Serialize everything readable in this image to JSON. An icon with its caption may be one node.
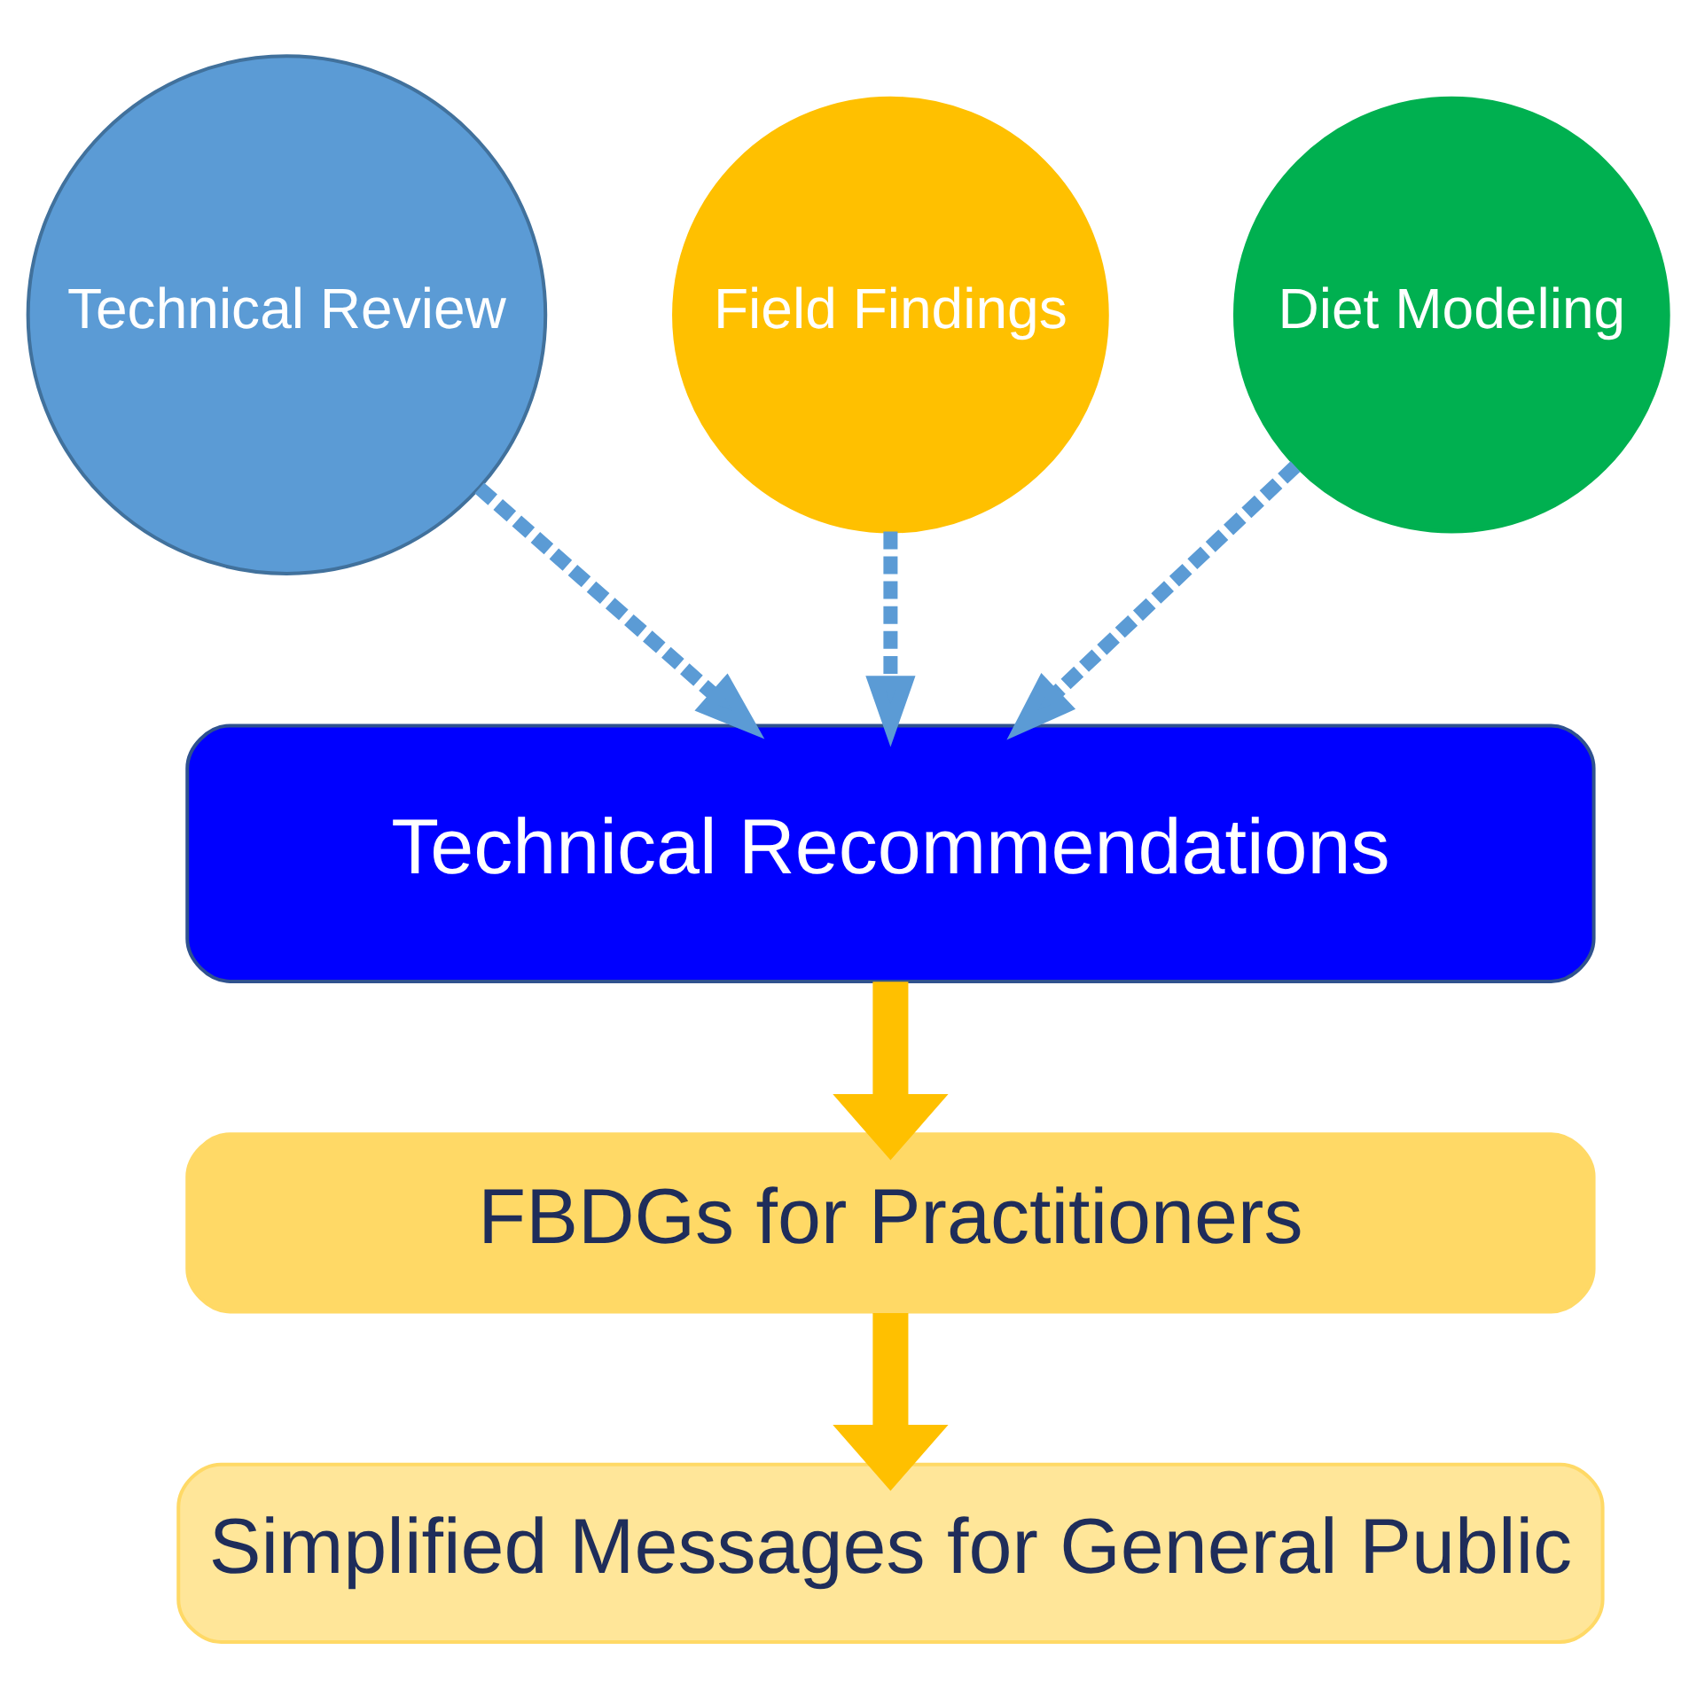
{
  "diagram": {
    "nodes": [
      {
        "text": [
          "Technical Review"
        ]
      },
      {
        "text": [
          "Field Findings"
        ]
      },
      {
        "text": [
          "Diet Modeling"
        ]
      },
      {
        "text": [
          "Technical Recommendations"
        ]
      },
      {
        "text": [
          "FBDGs for Practitioners"
        ]
      },
      {
        "text": [
          "Simplified Messages for General Public"
        ]
      }
    ],
    "edges": [
      {
        "from": 0,
        "to": 3,
        "arrow": "to",
        "style": "dashed",
        "color": "#5b9bd5"
      },
      {
        "from": 1,
        "to": 3,
        "arrow": "to",
        "style": "dashed",
        "color": "#5b9bd5"
      },
      {
        "from": 2,
        "to": 3,
        "arrow": "to",
        "style": "dashed",
        "color": "#5b9bd5"
      },
      {
        "from": 3,
        "to": 4,
        "arrow": "to",
        "style": "thick",
        "color": "#ffc000"
      },
      {
        "from": 4,
        "to": 5,
        "arrow": "to",
        "style": "thick",
        "color": "#ffc000"
      }
    ]
  }
}
